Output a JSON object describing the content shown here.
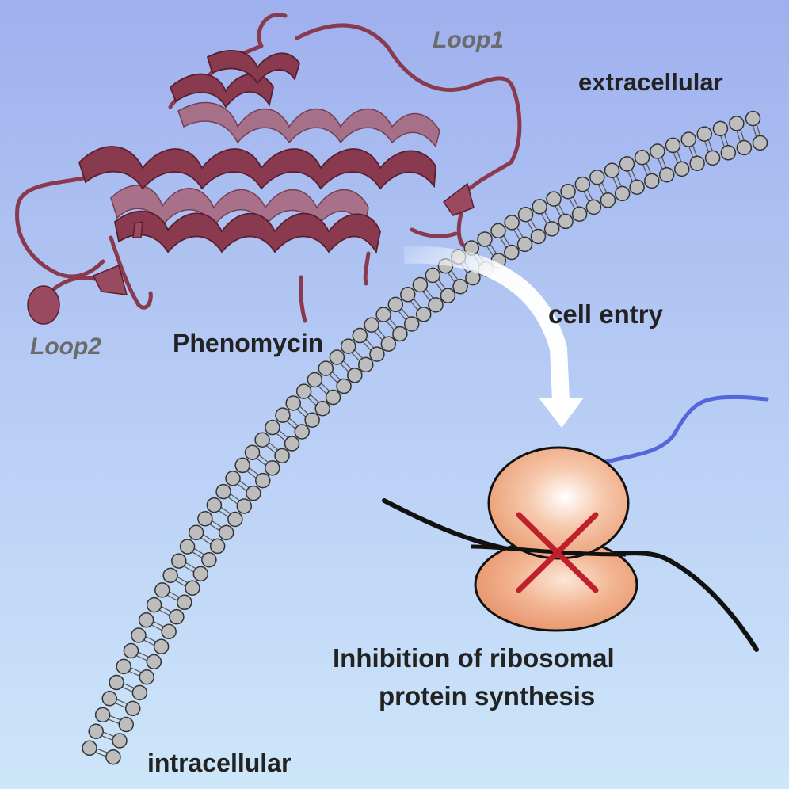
{
  "labels": {
    "loop1": "Loop1",
    "loop2": "Loop2",
    "extracellular": "extracellular",
    "phenomycin": "Phenomycin",
    "cell_entry": "cell entry",
    "inhibition_line1": "Inhibition of ribosomal",
    "inhibition_line2": "protein synthesis",
    "intracellular": "intracellular"
  },
  "colors": {
    "background_top": "#9fb0ee",
    "background_bottom": "#cde6f9",
    "protein": "#8a3a4e",
    "protein_shadow": "#a86478",
    "lipid_head": "#bdbdbd",
    "ribosome": "#efa57c",
    "inhibition_cross": "#c0202a",
    "nascent_peptide": "#5566dd",
    "mrna": "#111111"
  },
  "icons": {
    "arrow": "curved-white-arrow",
    "ribosome": "ribosome-icon",
    "membrane": "lipid-bilayer"
  }
}
